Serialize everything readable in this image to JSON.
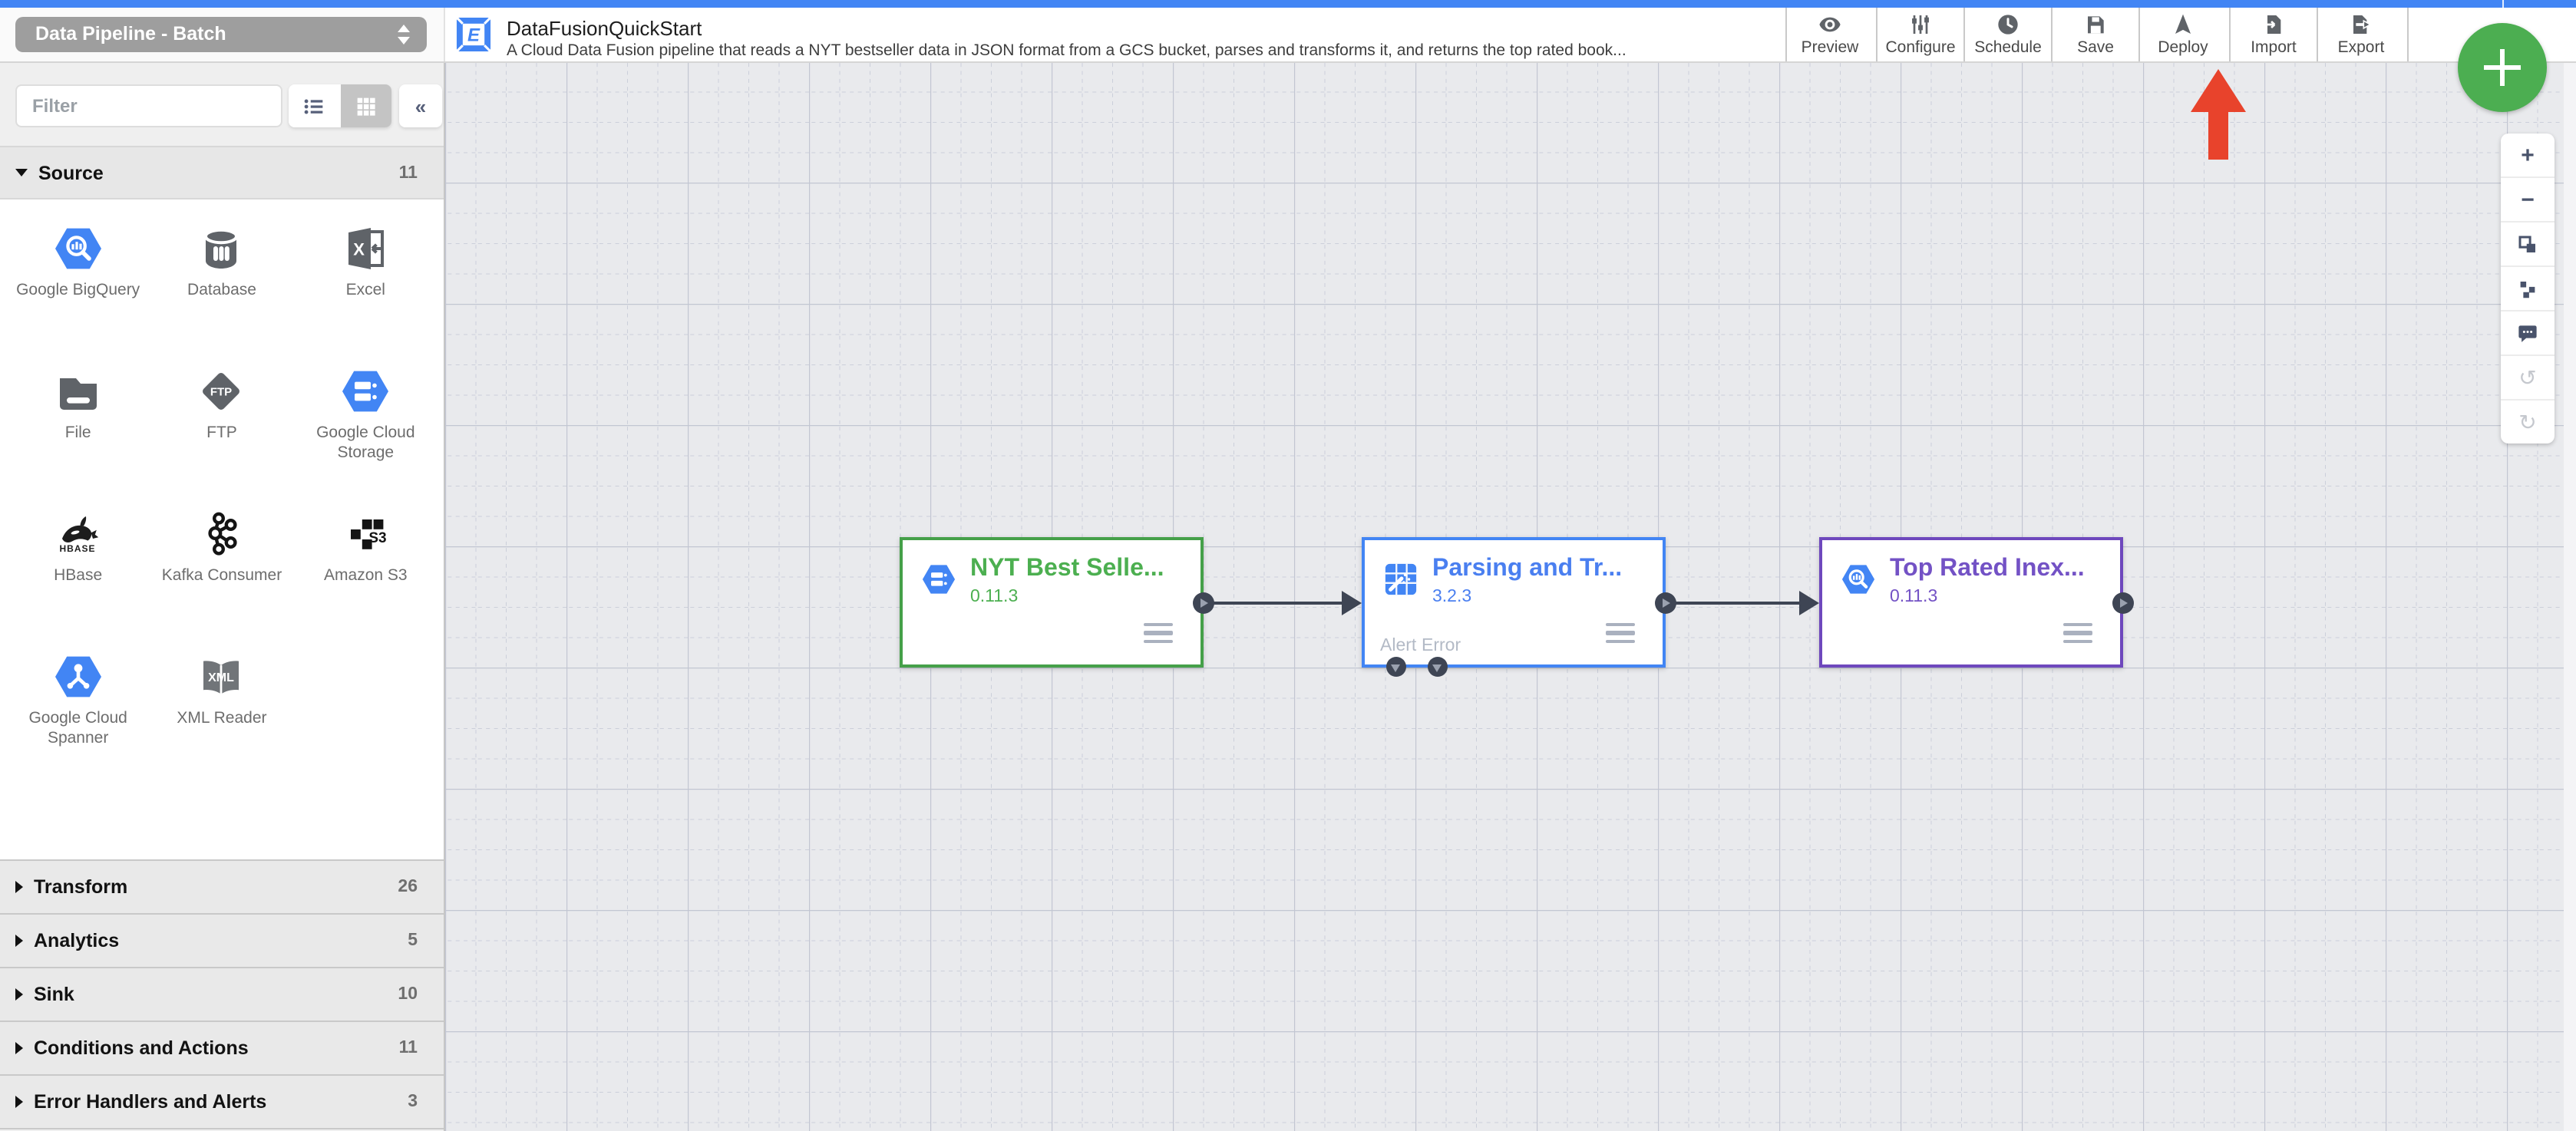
{
  "top_nav": {
    "color": "#4285f4"
  },
  "header": {
    "pipeline_type_selector": "Data Pipeline - Batch",
    "logo_letter": "E",
    "title": "DataFusionQuickStart",
    "description": "A Cloud Data Fusion pipeline that reads a NYT bestseller data in JSON format from a GCS bucket, parses and transforms it, and returns the top rated book...",
    "actions": [
      {
        "label": "Preview",
        "icon": "eye-icon"
      },
      {
        "label": "Configure",
        "icon": "sliders-icon"
      },
      {
        "label": "Schedule",
        "icon": "clock-icon"
      },
      {
        "label": "Save",
        "icon": "floppy-icon"
      },
      {
        "label": "Deploy",
        "icon": "paper-plane-icon"
      },
      {
        "label": "Import",
        "icon": "import-document-icon"
      },
      {
        "label": "Export",
        "icon": "export-document-icon"
      }
    ],
    "add_button": {
      "label": "+",
      "color": "#4cae51"
    }
  },
  "sidebar": {
    "filter_placeholder": "Filter",
    "view_toggle": {
      "active": "grid",
      "options": [
        "list",
        "grid"
      ]
    },
    "collapse_label": "«",
    "sections": [
      {
        "label": "Source",
        "count": "11",
        "expanded": true,
        "items": [
          {
            "label": "Google BigQuery",
            "icon": "bigquery-hexagon-icon"
          },
          {
            "label": "Database",
            "icon": "database-cylinder-icon"
          },
          {
            "label": "Excel",
            "icon": "excel-icon",
            "icon_text": "X"
          },
          {
            "label": "File",
            "icon": "folder-icon"
          },
          {
            "label": "FTP",
            "icon": "ftp-diamond-icon",
            "icon_text": "FTP"
          },
          {
            "label": "Google Cloud Storage",
            "icon": "gcs-hexagon-icon"
          },
          {
            "label": "HBase",
            "icon": "hbase-orca-icon",
            "icon_text": "HBASE"
          },
          {
            "label": "Kafka Consumer",
            "icon": "kafka-icon"
          },
          {
            "label": "Amazon S3",
            "icon": "s3-cubes-icon",
            "icon_text": "S3"
          },
          {
            "label": "Google Cloud Spanner",
            "icon": "spanner-hexagon-icon"
          },
          {
            "label": "XML Reader",
            "icon": "xml-book-icon",
            "icon_text": "XML"
          }
        ]
      },
      {
        "label": "Transform",
        "count": "26",
        "expanded": false
      },
      {
        "label": "Analytics",
        "count": "5",
        "expanded": false
      },
      {
        "label": "Sink",
        "count": "10",
        "expanded": false
      },
      {
        "label": "Conditions and Actions",
        "count": "11",
        "expanded": false
      },
      {
        "label": "Error Handlers and Alerts",
        "count": "3",
        "expanded": false
      }
    ]
  },
  "canvas": {
    "nodes": [
      {
        "name": "NYT Best Selle...",
        "version": "0.11.3",
        "accent_color": "#45a049",
        "icon": "gcs-hexagon-icon"
      },
      {
        "name": "Parsing and Tr...",
        "version": "3.2.3",
        "accent_color": "#4285f4",
        "icon": "wrangler-icon",
        "emit_ports": [
          "Alert",
          "Error"
        ]
      },
      {
        "name": "Top Rated Inex...",
        "version": "0.11.3",
        "accent_color": "#6e48bd",
        "icon": "bigquery-hexagon-icon"
      }
    ],
    "connections": [
      {
        "from": "NYT Best Selle...",
        "to": "Parsing and Tr..."
      },
      {
        "from": "Parsing and Tr...",
        "to": "Top Rated Inex..."
      }
    ],
    "zoom_controls": [
      {
        "icon": "zoom-in-icon",
        "glyph": "+",
        "enabled": true
      },
      {
        "icon": "zoom-out-icon",
        "glyph": "−",
        "enabled": true
      },
      {
        "icon": "fit-to-screen-icon",
        "enabled": true
      },
      {
        "icon": "align-nodes-icon",
        "enabled": true
      },
      {
        "icon": "comment-icon",
        "enabled": true
      },
      {
        "icon": "undo-icon",
        "glyph": "↺",
        "enabled": false
      },
      {
        "icon": "redo-icon",
        "glyph": "↻",
        "enabled": false
      }
    ]
  },
  "annotation": {
    "type": "red-arrow",
    "points_to": "Deploy",
    "color": "#e8432c"
  }
}
